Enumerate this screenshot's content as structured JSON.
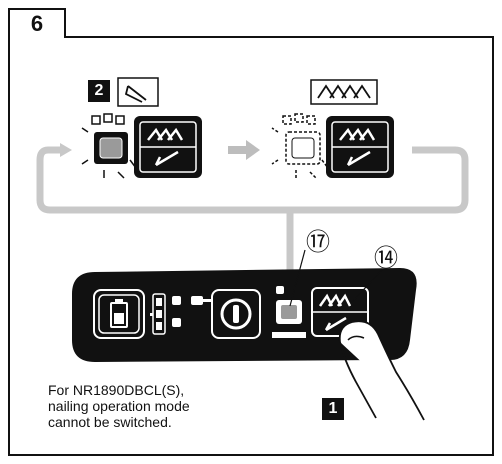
{
  "step_number": "6",
  "step_badge_2": "2",
  "step_badge_1": "1",
  "callout_17": "⑰",
  "callout_14": "⑭",
  "note_lines": [
    "For NR1890DBCL(S),",
    "nailing operation mode",
    "cannot be switched."
  ],
  "colors": {
    "panel": "#111111",
    "loop_line": "#c8c8c8",
    "arrow": "#bdbdbd",
    "led_gray": "#9a9a9a"
  },
  "icons": {
    "single_nail": "single-nail-icon",
    "contact_nail": "contact-nail-icon",
    "battery": "battery-icon",
    "power": "power-icon",
    "finger": "pointing-finger-icon"
  }
}
